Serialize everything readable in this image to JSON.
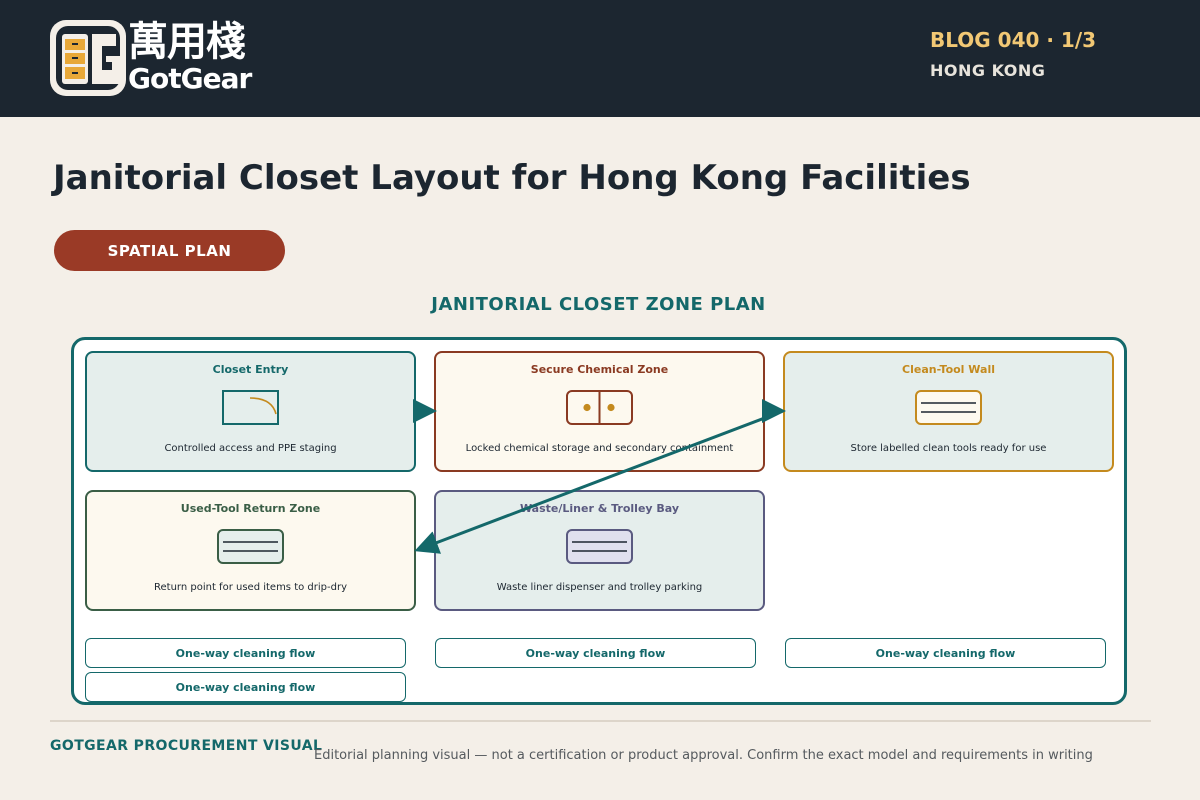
{
  "header": {
    "logo_cn": "萬用棧",
    "logo_en": "GotGear",
    "blog_number": "BLOG 040 · 1/3",
    "location": "HONG KONG"
  },
  "page": {
    "title": "Janitorial Closet Layout for Hong Kong Facilities",
    "section_pill": "SPATIAL PLAN"
  },
  "diagram": {
    "title": "JANITORIAL CLOSET ZONE PLAN",
    "zones": [
      {
        "title": "Closet Entry",
        "description": "Controlled access and PPE staging",
        "icon": "door-icon",
        "color": "#14686a"
      },
      {
        "title": "Secure Chemical Zone",
        "description": "Locked chemical storage and secondary containment",
        "icon": "locked-cabinet-icon",
        "color": "#8a3a22"
      },
      {
        "title": "Clean-Tool Wall",
        "description": "Store labelled clean tools ready for use",
        "icon": "tool-rack-icon",
        "color": "#c48a1e"
      },
      {
        "title": "Used-Tool Return Zone",
        "description": "Return point for used items to drip-dry",
        "icon": "tool-rack-icon",
        "color": "#3a5e46"
      },
      {
        "title": "Waste/Liner & Trolley Bay",
        "description": "Waste liner dispenser and trolley parking",
        "icon": "bin-icon",
        "color": "#5a5a80"
      }
    ],
    "flow_labels": [
      "One-way cleaning flow",
      "One-way cleaning flow",
      "One-way cleaning flow",
      "One-way cleaning flow"
    ],
    "colors": {
      "frame": "#14686a",
      "arrow": "#14686a"
    }
  },
  "footer": {
    "brand": "GOTGEAR PROCUREMENT VISUAL",
    "note": "Editorial planning visual — not a certification or product approval. Confirm the exact model and requirements in writing"
  }
}
